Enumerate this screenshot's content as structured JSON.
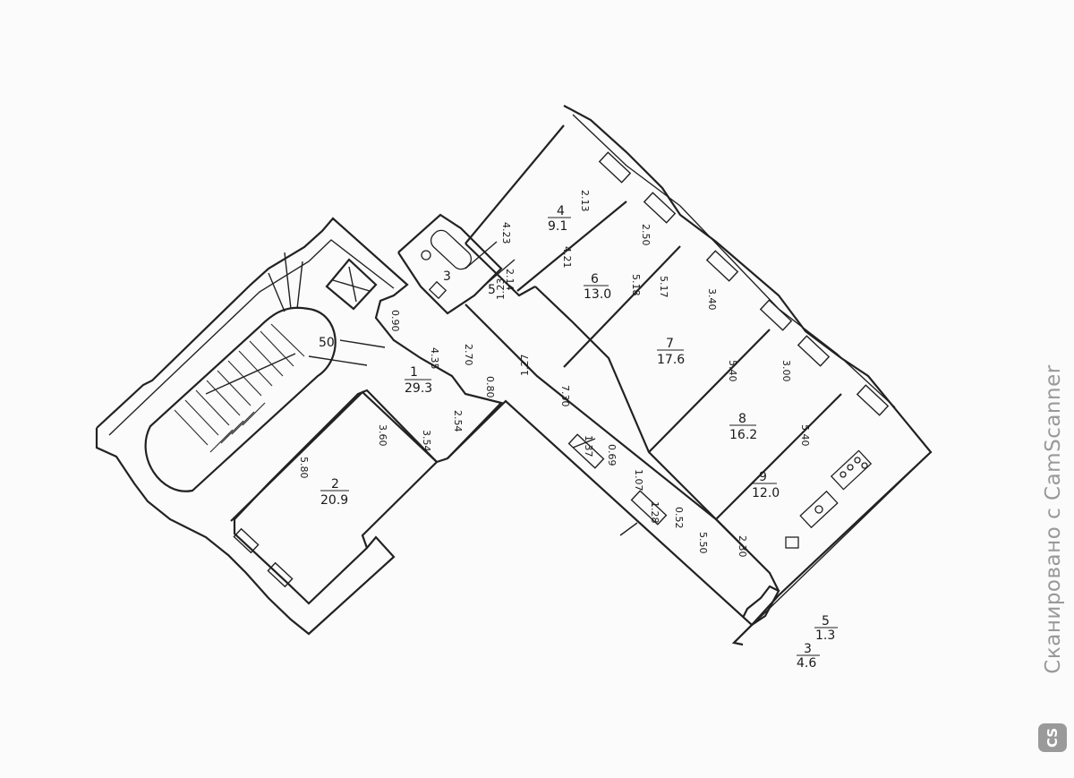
{
  "rooms": [
    {
      "number": "1",
      "area": "29.3"
    },
    {
      "number": "2",
      "area": "20.9"
    },
    {
      "number": "3"
    },
    {
      "number": "4",
      "area": "9.1"
    },
    {
      "number": "5"
    },
    {
      "number": "6",
      "area": "13.0"
    },
    {
      "number": "7",
      "area": "17.6"
    },
    {
      "number": "8",
      "area": "16.2"
    },
    {
      "number": "9",
      "area": "12.0"
    }
  ],
  "stair_label": "50",
  "dimensions": [
    "2.13",
    "4.23",
    "4.21",
    "2.14",
    "1.23",
    "2.50",
    "5.18",
    "5.17",
    "3.40",
    "0.90",
    "4.35",
    "2.70",
    "1.27",
    "0.80",
    "3.60",
    "3.54",
    "2.54",
    "5.80",
    "7.30",
    "1.37",
    "0.69",
    "1.07",
    "1.28",
    "0.52",
    "5.50",
    "5.40",
    "3.00",
    "5.40",
    "2.30"
  ],
  "legend": [
    {
      "number": "5",
      "area": "1.3"
    },
    {
      "number": "3",
      "area": "4.6"
    }
  ],
  "watermark": {
    "text": "Сканировано с CamScanner",
    "badge": "CS"
  }
}
